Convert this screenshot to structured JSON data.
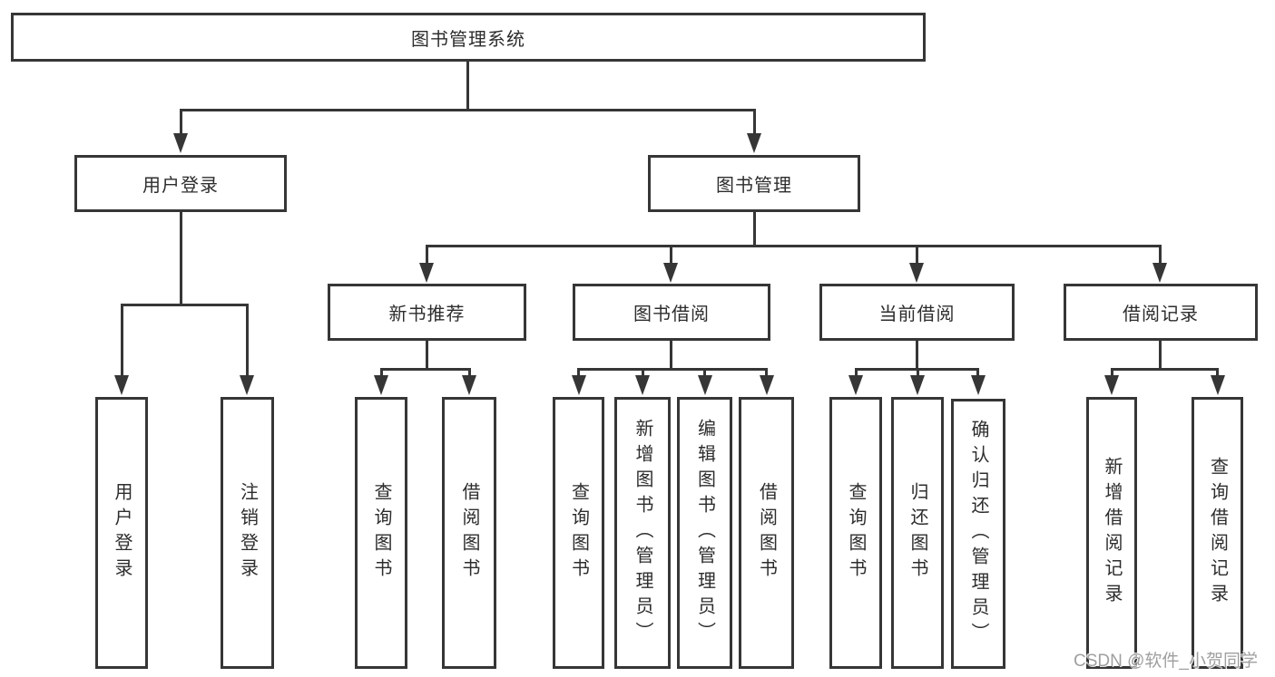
{
  "diagram": {
    "root": "图书管理系统",
    "login": {
      "label": "用户登录",
      "children": [
        "用户登录",
        "注销登录"
      ]
    },
    "management": {
      "label": "图书管理",
      "sections": [
        {
          "label": "新书推荐",
          "children": [
            "查询图书",
            "借阅图书"
          ]
        },
        {
          "label": "图书借阅",
          "children": [
            "查询图书",
            "新增图书（管理员）",
            "编辑图书（管理员）",
            "借阅图书"
          ]
        },
        {
          "label": "当前借阅",
          "children": [
            "查询图书",
            "归还图书",
            "确认归还（管理员）"
          ]
        },
        {
          "label": "借阅记录",
          "children": [
            "新增借阅记录",
            "查询借阅记录"
          ]
        }
      ]
    }
  },
  "watermark": {
    "text": "CSDN @软件_小贺同学",
    "color": "#9f9f9f"
  },
  "colors": {
    "line": "#363636",
    "text": "#2d2d2d",
    "background": "#ffffff"
  }
}
